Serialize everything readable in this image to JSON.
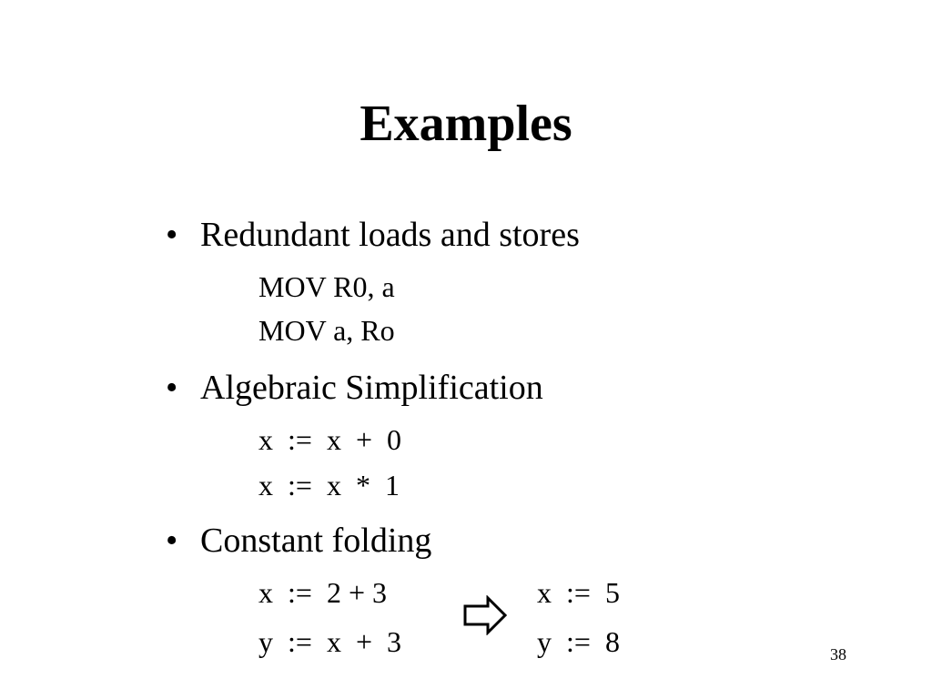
{
  "slide": {
    "title": "Examples",
    "page_number": "38"
  },
  "sections": [
    {
      "bullet": "Redundant loads and stores",
      "lines": [
        "MOV R0, a",
        "MOV a, Ro"
      ]
    },
    {
      "bullet": "Algebraic Simplification",
      "lines": [
        "x  :=  x  +  0",
        "x  :=  x  *  1"
      ]
    },
    {
      "bullet": "Constant folding",
      "lines": [
        "x  :=  2 + 3",
        "y  :=  x  +  3"
      ],
      "results": [
        "x  :=  5",
        "y  :=  8"
      ]
    }
  ],
  "icons": {
    "transform_arrow": "hollow-right-arrow-icon"
  }
}
